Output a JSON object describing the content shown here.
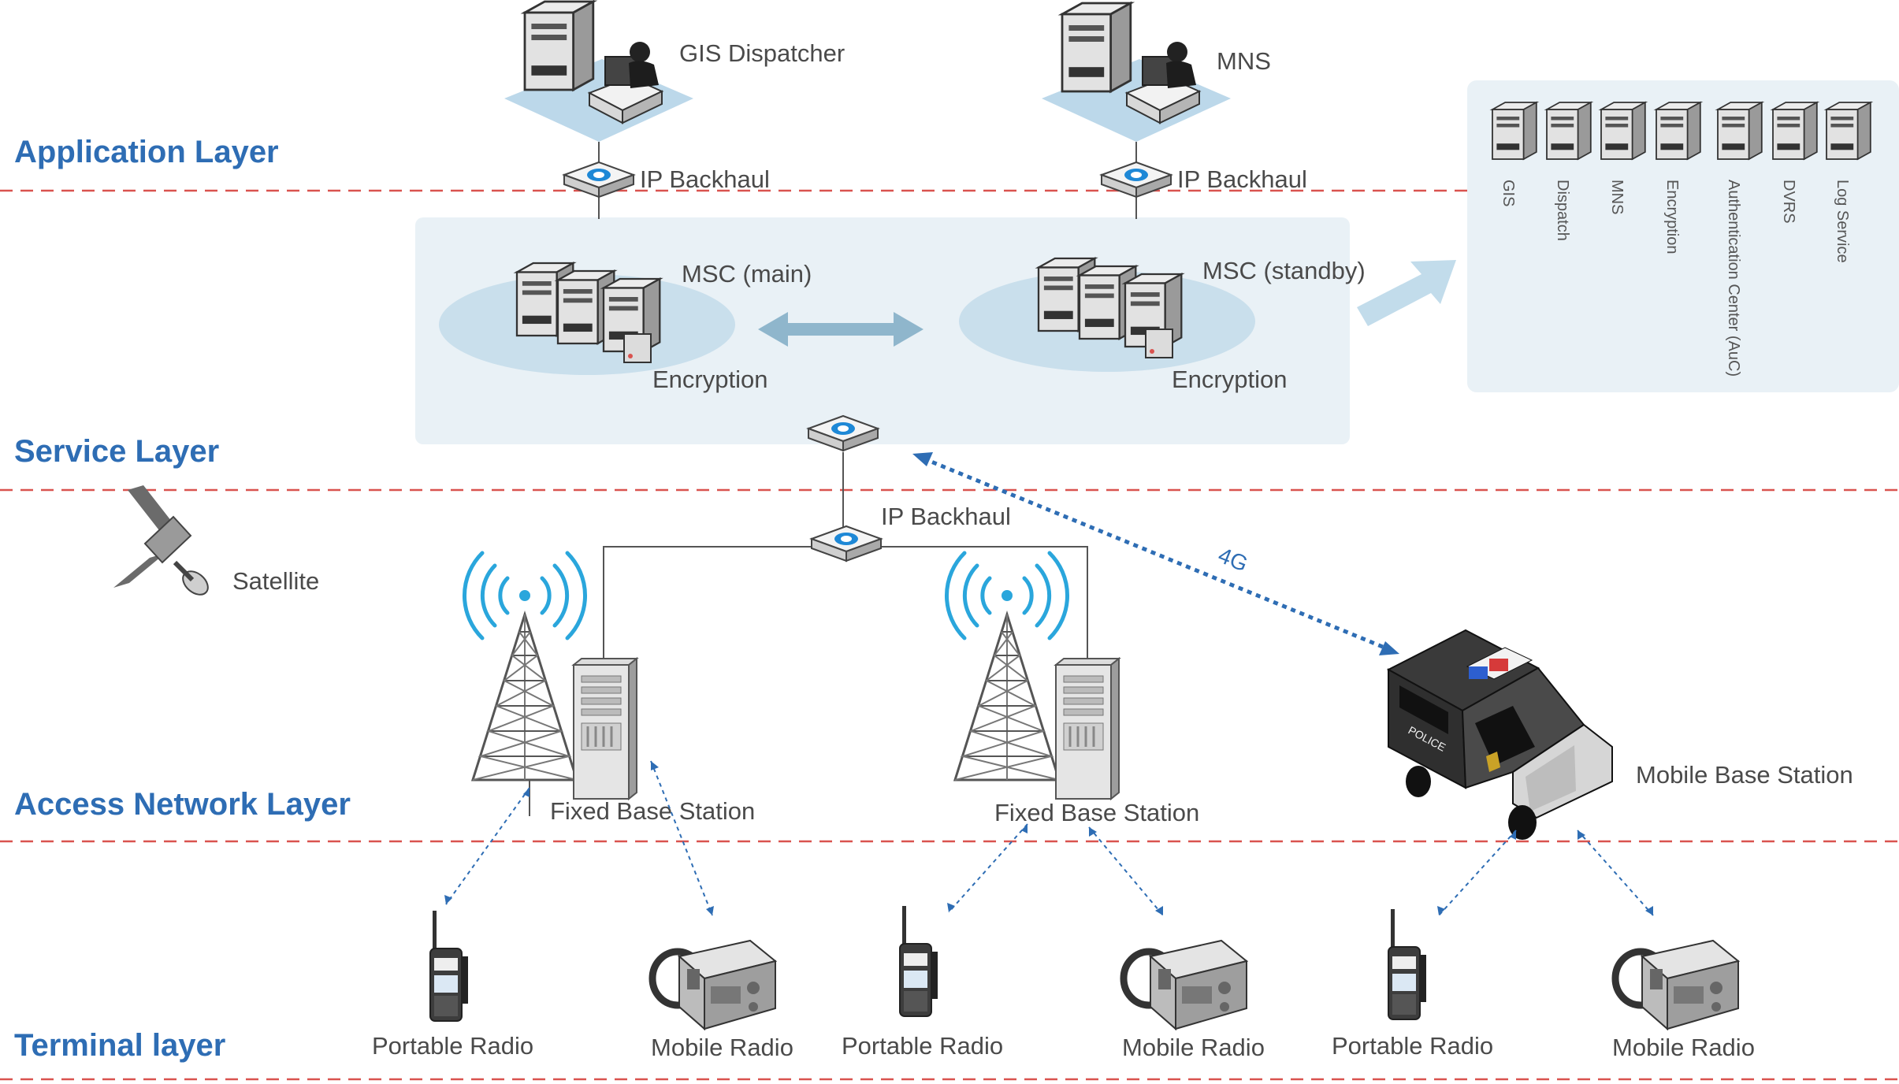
{
  "layers": {
    "application": "Application Layer",
    "service": "Service Layer",
    "access": "Access Network Layer",
    "terminal": "Terminal layer"
  },
  "application": {
    "gis_dispatcher": "GIS Dispatcher",
    "mns": "MNS",
    "backhaul_left": "IP Backhaul",
    "backhaul_right": "IP Backhaul"
  },
  "service": {
    "msc_main": "MSC (main)",
    "msc_standby": "MSC (standby)",
    "encryption_main": "Encryption",
    "encryption_standby": "Encryption"
  },
  "services_panel": {
    "items": [
      "GIS",
      "Dispatch",
      "MNS",
      "Encryption",
      "Authentication Center (AuC)",
      "DVRS",
      "Log Service"
    ]
  },
  "access": {
    "satellite": "Satellite",
    "backhaul": "IP Backhaul",
    "link_4g": "4G",
    "fixed_bs_left": "Fixed Base Station",
    "fixed_bs_right": "Fixed Base Station",
    "mobile_bs": "Mobile Base Station",
    "vehicle_text": "POLICE"
  },
  "terminals": {
    "portable_1": "Portable Radio",
    "mobile_1": "Mobile Radio",
    "portable_2": "Portable Radio",
    "mobile_2": "Mobile Radio",
    "portable_3": "Portable Radio",
    "mobile_3": "Mobile Radio"
  },
  "colors": {
    "layer_label": "#2e6db4",
    "divider": "#d9534f",
    "panel_bg": "#e9f1f6",
    "ellipse": "#c9dfec",
    "arrow": "#8fb6cc",
    "link": "#2e6db4",
    "signal": "#2aa6dc"
  },
  "icons": [
    "server-icon",
    "operator-icon",
    "router-icon",
    "satellite-icon",
    "tower-icon",
    "signal-waves-icon",
    "cabinet-icon",
    "police-vehicle-icon",
    "portable-radio-icon",
    "mobile-radio-icon"
  ]
}
